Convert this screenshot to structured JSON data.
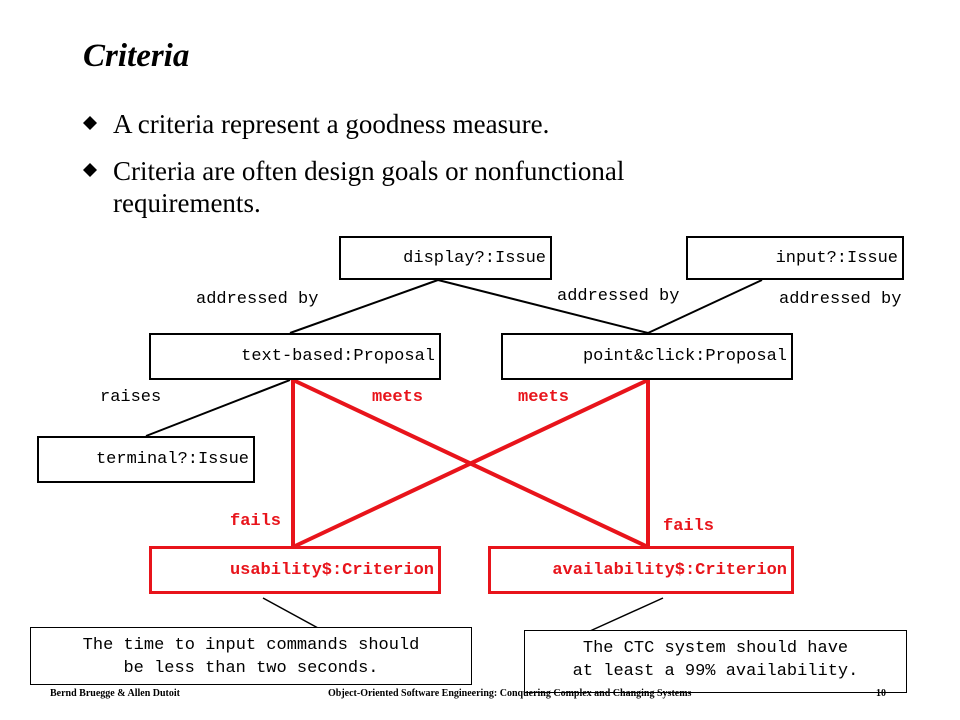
{
  "slide": {
    "title": "Criteria",
    "bullets": [
      "A criteria represent a goodness measure.",
      "Criteria are often design goals or nonfunctional requirements."
    ]
  },
  "diagram": {
    "nodes": {
      "display_issue": "display?:Issue",
      "input_issue": "input?:Issue",
      "text_proposal": "text-based:Proposal",
      "point_proposal": "point&click:Proposal",
      "terminal_issue": "terminal?:Issue",
      "usability_criterion": "usability$:Criterion",
      "availability_criterion": "availability$:Criterion"
    },
    "edge_labels": {
      "addressed_by_1": "addressed by",
      "addressed_by_2": "addressed by",
      "addressed_by_3": "addressed by",
      "raises": "raises",
      "meets_1": "meets",
      "meets_2": "meets",
      "fails_1": "fails",
      "fails_2": "fails"
    },
    "notes": {
      "usability_note_line1": "The time to input commands should",
      "usability_note_line2": "be less than two seconds.",
      "availability_note_line1": "The CTC system should have",
      "availability_note_line2": "at least a 99% availability."
    },
    "colors": {
      "criterion": "#e8141b",
      "default": "#000000"
    }
  },
  "footer": {
    "authors": "Bernd Bruegge & Allen Dutoit",
    "book": "Object-Oriented Software Engineering: Conquering Complex and Changing Systems",
    "page": "10"
  }
}
